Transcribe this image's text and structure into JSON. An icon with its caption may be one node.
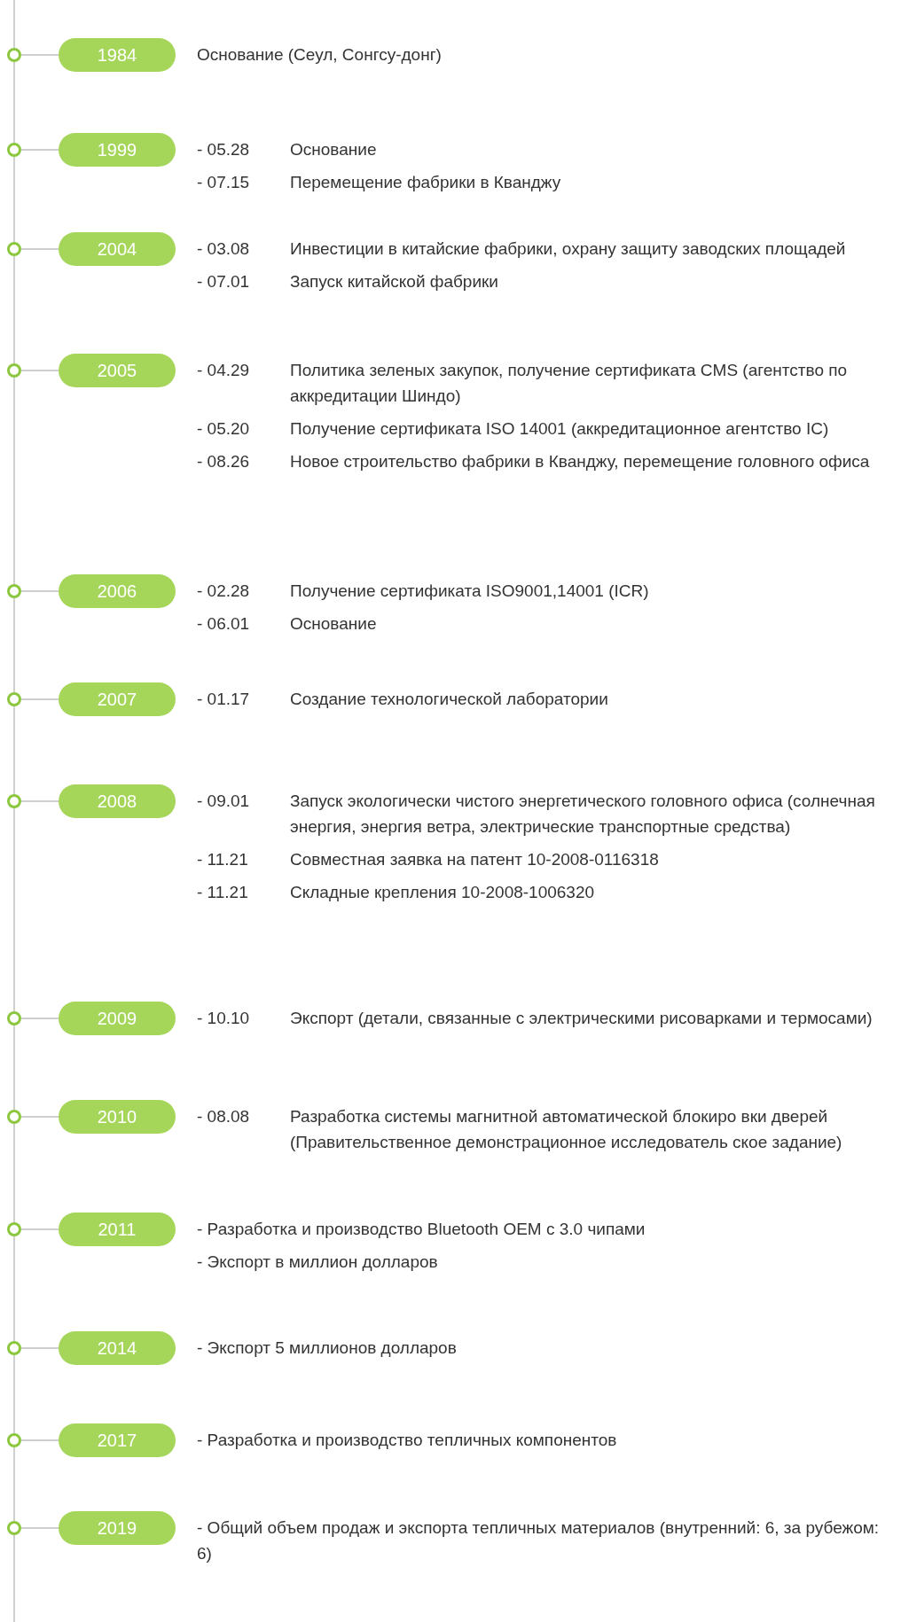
{
  "diagram": {
    "nodes": [
      {
        "text": [],
        "shape": "circle"
      },
      {
        "text": [
          "1984"
        ],
        "beside": [
          "Основание (Сеул, Сонгсу-донг)"
        ]
      },
      {
        "text": [],
        "shape": "circle"
      },
      {
        "text": [
          "1999"
        ],
        "beside": [
          "- 05.28",
          "Основание",
          "- 07.15",
          "Перемещение фабрики в Кванджу"
        ]
      },
      {
        "text": [],
        "shape": "circle"
      },
      {
        "text": [
          "2004"
        ],
        "beside": [
          "- 03.08",
          "Инвестиции в китайские фабрики, охрану защиту заводских площадей",
          "- 07.01",
          "Запуск китайской фабрики"
        ]
      },
      {
        "text": [],
        "shape": "circle"
      },
      {
        "text": [
          "2005"
        ],
        "beside": [
          "- 04.29",
          "Политика зеленых закупок, получение сертификата CMS (агентство по аккредитации Шиндо)",
          "- 05.20",
          "Получение сертификата ISO 14001 (аккредитационное агентство IC)",
          "- 08.26",
          "Новое строительство фабрики в Кванджу, перемещение головного офиса"
        ]
      },
      {
        "text": [],
        "shape": "circle"
      },
      {
        "text": [
          "2006"
        ],
        "beside": [
          "- 02.28",
          "Получение сертификата ISO9001,14001 (ICR)",
          "- 06.01",
          "Основание"
        ]
      },
      {
        "text": [],
        "shape": "circle"
      },
      {
        "text": [
          "2007"
        ],
        "beside": [
          "- 01.17",
          "Создание технологической лаборатории"
        ]
      },
      {
        "text": [],
        "shape": "circle"
      },
      {
        "text": [
          "2008"
        ],
        "beside": [
          "- 09.01",
          "Запуск экологически чистого энергетического головного офиса (солнечная энергия, энергия ветра, электрические транспортные средства)",
          "- 11.21",
          "Совместная заявка на патент 10-2008-0116318",
          "- 11.21",
          "Складные крепления 10-2008-1006320"
        ]
      },
      {
        "text": [],
        "shape": "circle"
      },
      {
        "text": [
          "2009"
        ],
        "beside": [
          "- 10.10",
          "Экспорт (детали, связанные с электрическими рисоварками и термосами)"
        ]
      },
      {
        "text": [],
        "shape": "circle"
      },
      {
        "text": [
          "2010"
        ],
        "beside": [
          "- 08.08",
          "Разработка системы магнитной автоматической блокиро вки дверей (Правительственное демонстрационное исследователь ское задание)"
        ]
      },
      {
        "text": [],
        "shape": "circle"
      },
      {
        "text": [
          "2011"
        ],
        "beside": [
          "- Разработка и производство Bluetooth OEM с 3.0 чипами",
          "- Экспорт в миллион долларов"
        ]
      },
      {
        "text": [],
        "shape": "circle"
      },
      {
        "text": [
          "2014"
        ],
        "beside": [
          "- Экспорт 5 миллионов долларов"
        ]
      },
      {
        "text": [],
        "shape": "circle"
      },
      {
        "text": [
          "2017"
        ],
        "beside": [
          "- Разработка и производство тепличных компонентов"
        ]
      },
      {
        "text": [],
        "shape": "circle"
      },
      {
        "text": [
          "2019"
        ],
        "beside": [
          "- Общий объем продаж и экспорта тепличных материалов (внутренний: 6, за рубежом: 6)"
        ]
      }
    ],
    "edges": [
      {
        "from": 0,
        "to": 1,
        "arrow": "none"
      },
      {
        "from": 2,
        "to": 3,
        "arrow": "none"
      },
      {
        "from": 4,
        "to": 5,
        "arrow": "none"
      },
      {
        "from": 6,
        "to": 7,
        "arrow": "none"
      },
      {
        "from": 8,
        "to": 9,
        "arrow": "none"
      },
      {
        "from": 10,
        "to": 11,
        "arrow": "none"
      },
      {
        "from": 12,
        "to": 13,
        "arrow": "none"
      },
      {
        "from": 14,
        "to": 15,
        "arrow": "none"
      },
      {
        "from": 16,
        "to": 17,
        "arrow": "none"
      },
      {
        "from": 18,
        "to": 19,
        "arrow": "none"
      },
      {
        "from": 20,
        "to": 21,
        "arrow": "none"
      },
      {
        "from": 22,
        "to": 23,
        "arrow": "none"
      },
      {
        "from": 24,
        "to": 25,
        "arrow": "none"
      }
    ]
  }
}
